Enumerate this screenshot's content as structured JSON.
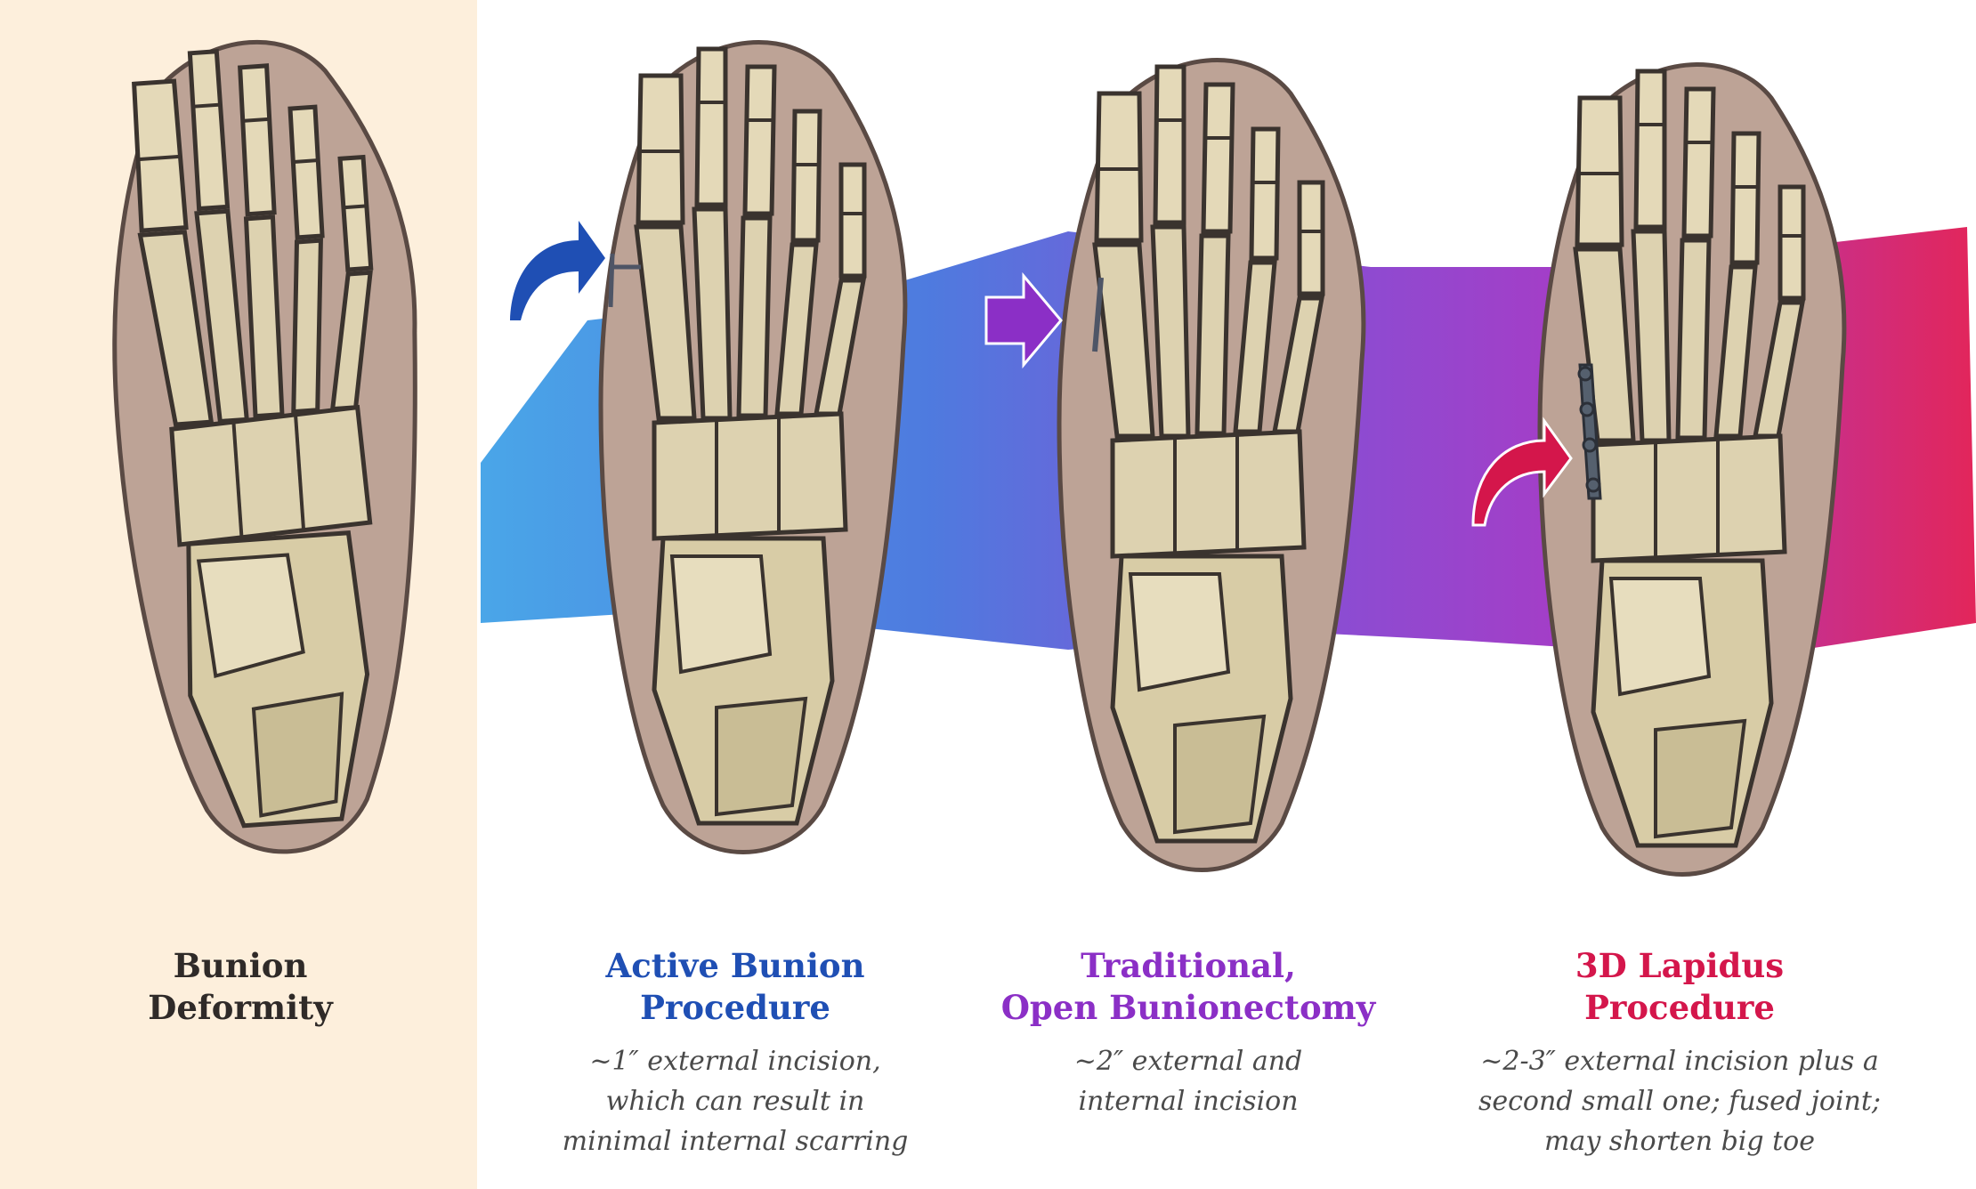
{
  "panels": [
    {
      "title_lines": [
        "Bunion",
        "Deformity"
      ],
      "title_color": "#2f2a28",
      "desc_lines": []
    },
    {
      "title_lines": [
        "Active Bunion",
        "Procedure"
      ],
      "title_color": "#1f4fb4",
      "desc_lines": [
        "~1″ external incision,",
        "which can result in",
        "minimal internal scarring"
      ]
    },
    {
      "title_lines": [
        "Traditional,",
        "Open Bunionectomy"
      ],
      "title_color": "#8b2fc6",
      "desc_lines": [
        "~2″ external and",
        "internal incision"
      ]
    },
    {
      "title_lines": [
        "3D Lapidus",
        "Procedure"
      ],
      "title_color": "#d4164b",
      "desc_lines": [
        "~2-3″ external incision plus a",
        "second small one; fused joint;",
        "may shorten big toe"
      ]
    }
  ],
  "icons": {
    "arrow_1": "curved-arrow-icon",
    "arrow_2": "straight-arrow-icon",
    "arrow_3": "curved-arrow-icon"
  },
  "colors": {
    "left_panel_bg": "#fdefdc",
    "foot_outline": "#a88a7c",
    "bone": "#ddd2b0",
    "blue": "#1f4fb4",
    "purple": "#8b2fc6",
    "red": "#d4164b",
    "desc_text": "#4a4a4a"
  }
}
